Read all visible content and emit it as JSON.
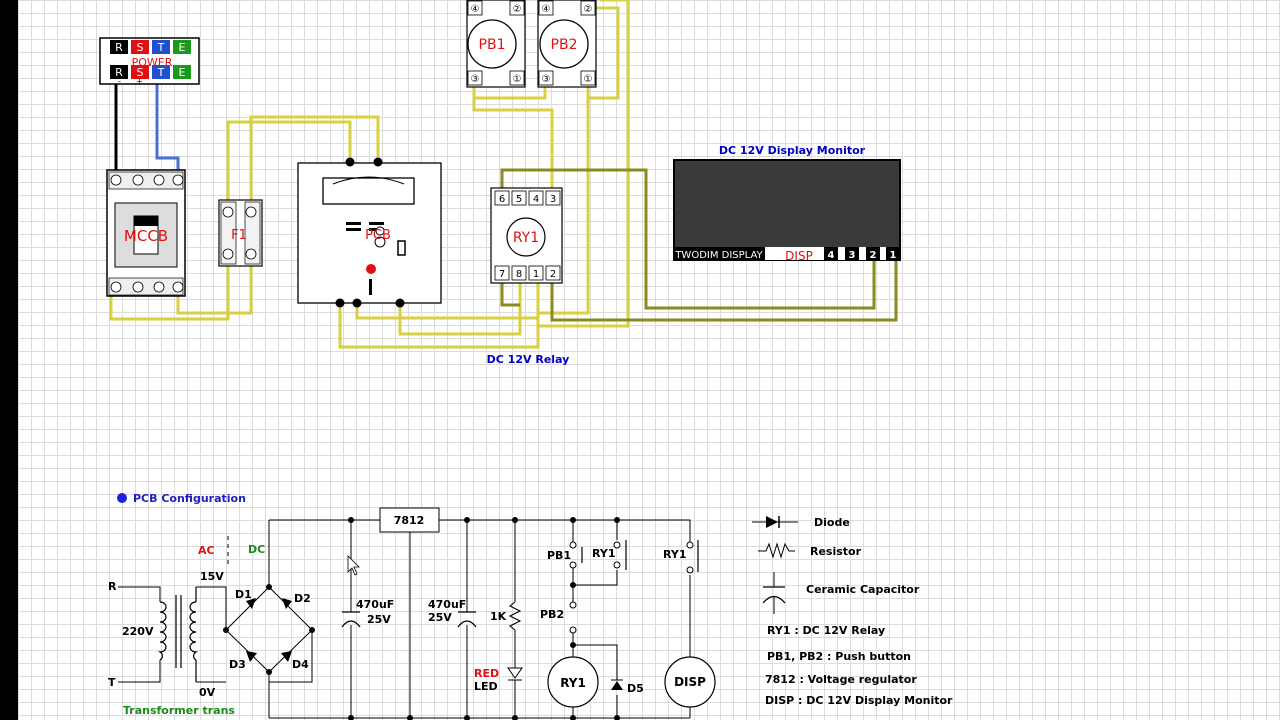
{
  "colors": {
    "wire_yellow": "#d8d040",
    "wire_olive": "#8a8a1e",
    "wire_blue": "#4a70d0",
    "wire_black": "#000000",
    "label_blue": "#0000c0",
    "label_red": "#e01010",
    "label_green": "#1a8a1a"
  },
  "power": {
    "title": "POWER",
    "terminals": [
      "R",
      "S",
      "T",
      "E"
    ],
    "plus": "+",
    "minus": "-"
  },
  "mccb": {
    "label": "MCCB"
  },
  "fuse": {
    "label": "F1"
  },
  "pcb": {
    "label": "PCB"
  },
  "pushbuttons": [
    {
      "label": "PB1",
      "pins": [
        "④",
        "②",
        "③",
        "①"
      ]
    },
    {
      "label": "PB2",
      "pins": [
        "④",
        "②",
        "③",
        "①"
      ]
    }
  ],
  "relay": {
    "label": "RY1",
    "top_pins": [
      "6",
      "5",
      "4",
      "3"
    ],
    "bottom_pins": [
      "7",
      "8",
      "1",
      "2"
    ],
    "caption": "DC 12V Relay"
  },
  "display": {
    "title": "DC 12V Display Monitor",
    "brand": "TWODIM DISPLAY",
    "tag": "DISP",
    "pins": [
      "4",
      "3",
      "2",
      "1"
    ]
  },
  "schematic": {
    "heading": "PCB Configuration",
    "regulator": "7812",
    "ac": "AC",
    "dc": "DC",
    "r": "R",
    "t": "T",
    "v220": "220V",
    "v15": "15V",
    "v0": "0V",
    "transformer": "Transformer trans",
    "d1": "D1",
    "d2": "D2",
    "d3": "D3",
    "d4": "D4",
    "d5": "D5",
    "cap1_a": "470uF",
    "cap1_b": "25V",
    "cap2_a": "470uF",
    "cap2_b": "25V",
    "res": "1K",
    "led_a": "RED",
    "led_b": "LED",
    "pb1": "PB1",
    "pb2": "PB2",
    "ry1_a": "RY1",
    "ry1_b": "RY1",
    "ry1_coil": "RY1",
    "disp": "DISP"
  },
  "legend": {
    "diode": "Diode",
    "resistor": "Resistor",
    "capacitor": "Ceramic Capacitor",
    "notes": [
      "RY1 : DC 12V Relay",
      "PB1, PB2 : Push button",
      "7812 : Voltage regulator",
      "DISP : DC 12V Display Monitor"
    ]
  }
}
